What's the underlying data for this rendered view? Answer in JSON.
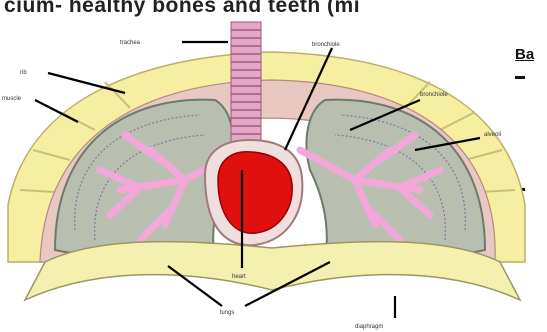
{
  "header": {
    "text": "cium- healthy bones and teeth (mi"
  },
  "side_heading": {
    "text": "Ba"
  },
  "diagram": {
    "labels": {
      "trachea": "trachea",
      "rib": "rib",
      "muscle": "muscle",
      "bronchiole_top": "bronchiole",
      "bronchiole_right": "bronchiole",
      "alveoli": "alveoli",
      "heart": "heart",
      "lungs": "lungs",
      "diaphragm": "diaphragm"
    },
    "colors": {
      "rib_band": "#f6efa2",
      "pleura": "#e8c8c0",
      "lung_tissue": "#b8bfb0",
      "airways": "#f3a6d8",
      "heart": "#e01010",
      "trachea": "#e6a6c6"
    }
  }
}
